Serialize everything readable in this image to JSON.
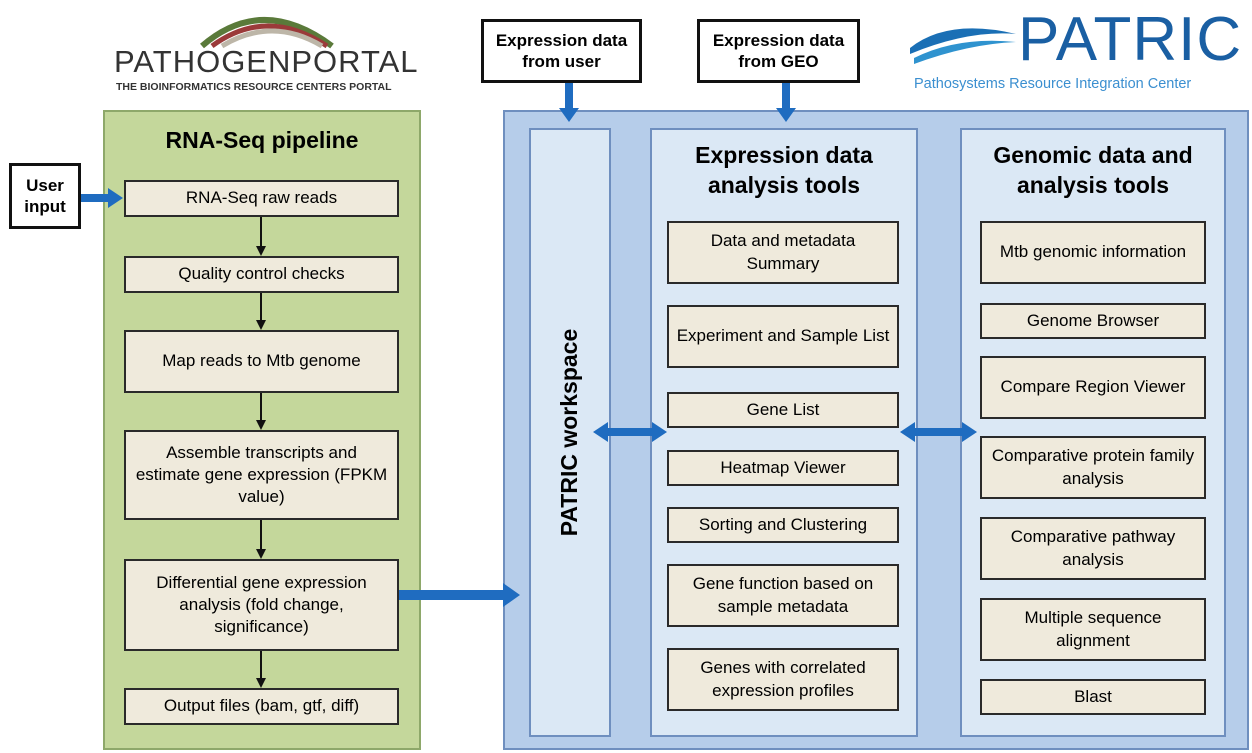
{
  "logos": {
    "pathogen_portal": {
      "name": "PATHOGENPORTAL",
      "tagline": "THE BIOINFORMATICS RESOURCE CENTERS PORTAL"
    },
    "patric": {
      "name": "PATRIC",
      "tagline": "Pathosystems Resource Integration Center"
    }
  },
  "inputs": {
    "user_input": "User input",
    "expr_user": "Expression data from user",
    "expr_geo": "Expression data from GEO"
  },
  "rnaseq": {
    "title": "RNA-Seq pipeline",
    "steps": [
      "RNA-Seq raw reads",
      "Quality control checks",
      "Map reads to Mtb genome",
      "Assemble transcripts and estimate gene expression (FPKM value)",
      "Differential gene expression analysis (fold change, significance)",
      "Output files (bam, gtf, diff)"
    ]
  },
  "workspace": {
    "label": "PATRIC workspace"
  },
  "expression": {
    "title": "Expression data analysis tools",
    "tools": [
      "Data and metadata Summary",
      "Experiment and Sample List",
      "Gene List",
      "Heatmap Viewer",
      "Sorting and Clustering",
      "Gene function based on sample metadata",
      "Genes with correlated expression profiles"
    ]
  },
  "genomic": {
    "title": "Genomic data and analysis tools",
    "tools": [
      "Mtb genomic information",
      "Genome Browser",
      "Compare Region Viewer",
      "Comparative protein family analysis",
      "Comparative pathway analysis",
      "Multiple sequence alignment",
      "Blast"
    ]
  },
  "colors": {
    "arrow": "#1f6cc0",
    "rnaseq_panel": "#c4d79b",
    "patric_panel": "#b6cdea",
    "inner_panel": "#dbe8f5",
    "tool_box": "#efeadc"
  }
}
